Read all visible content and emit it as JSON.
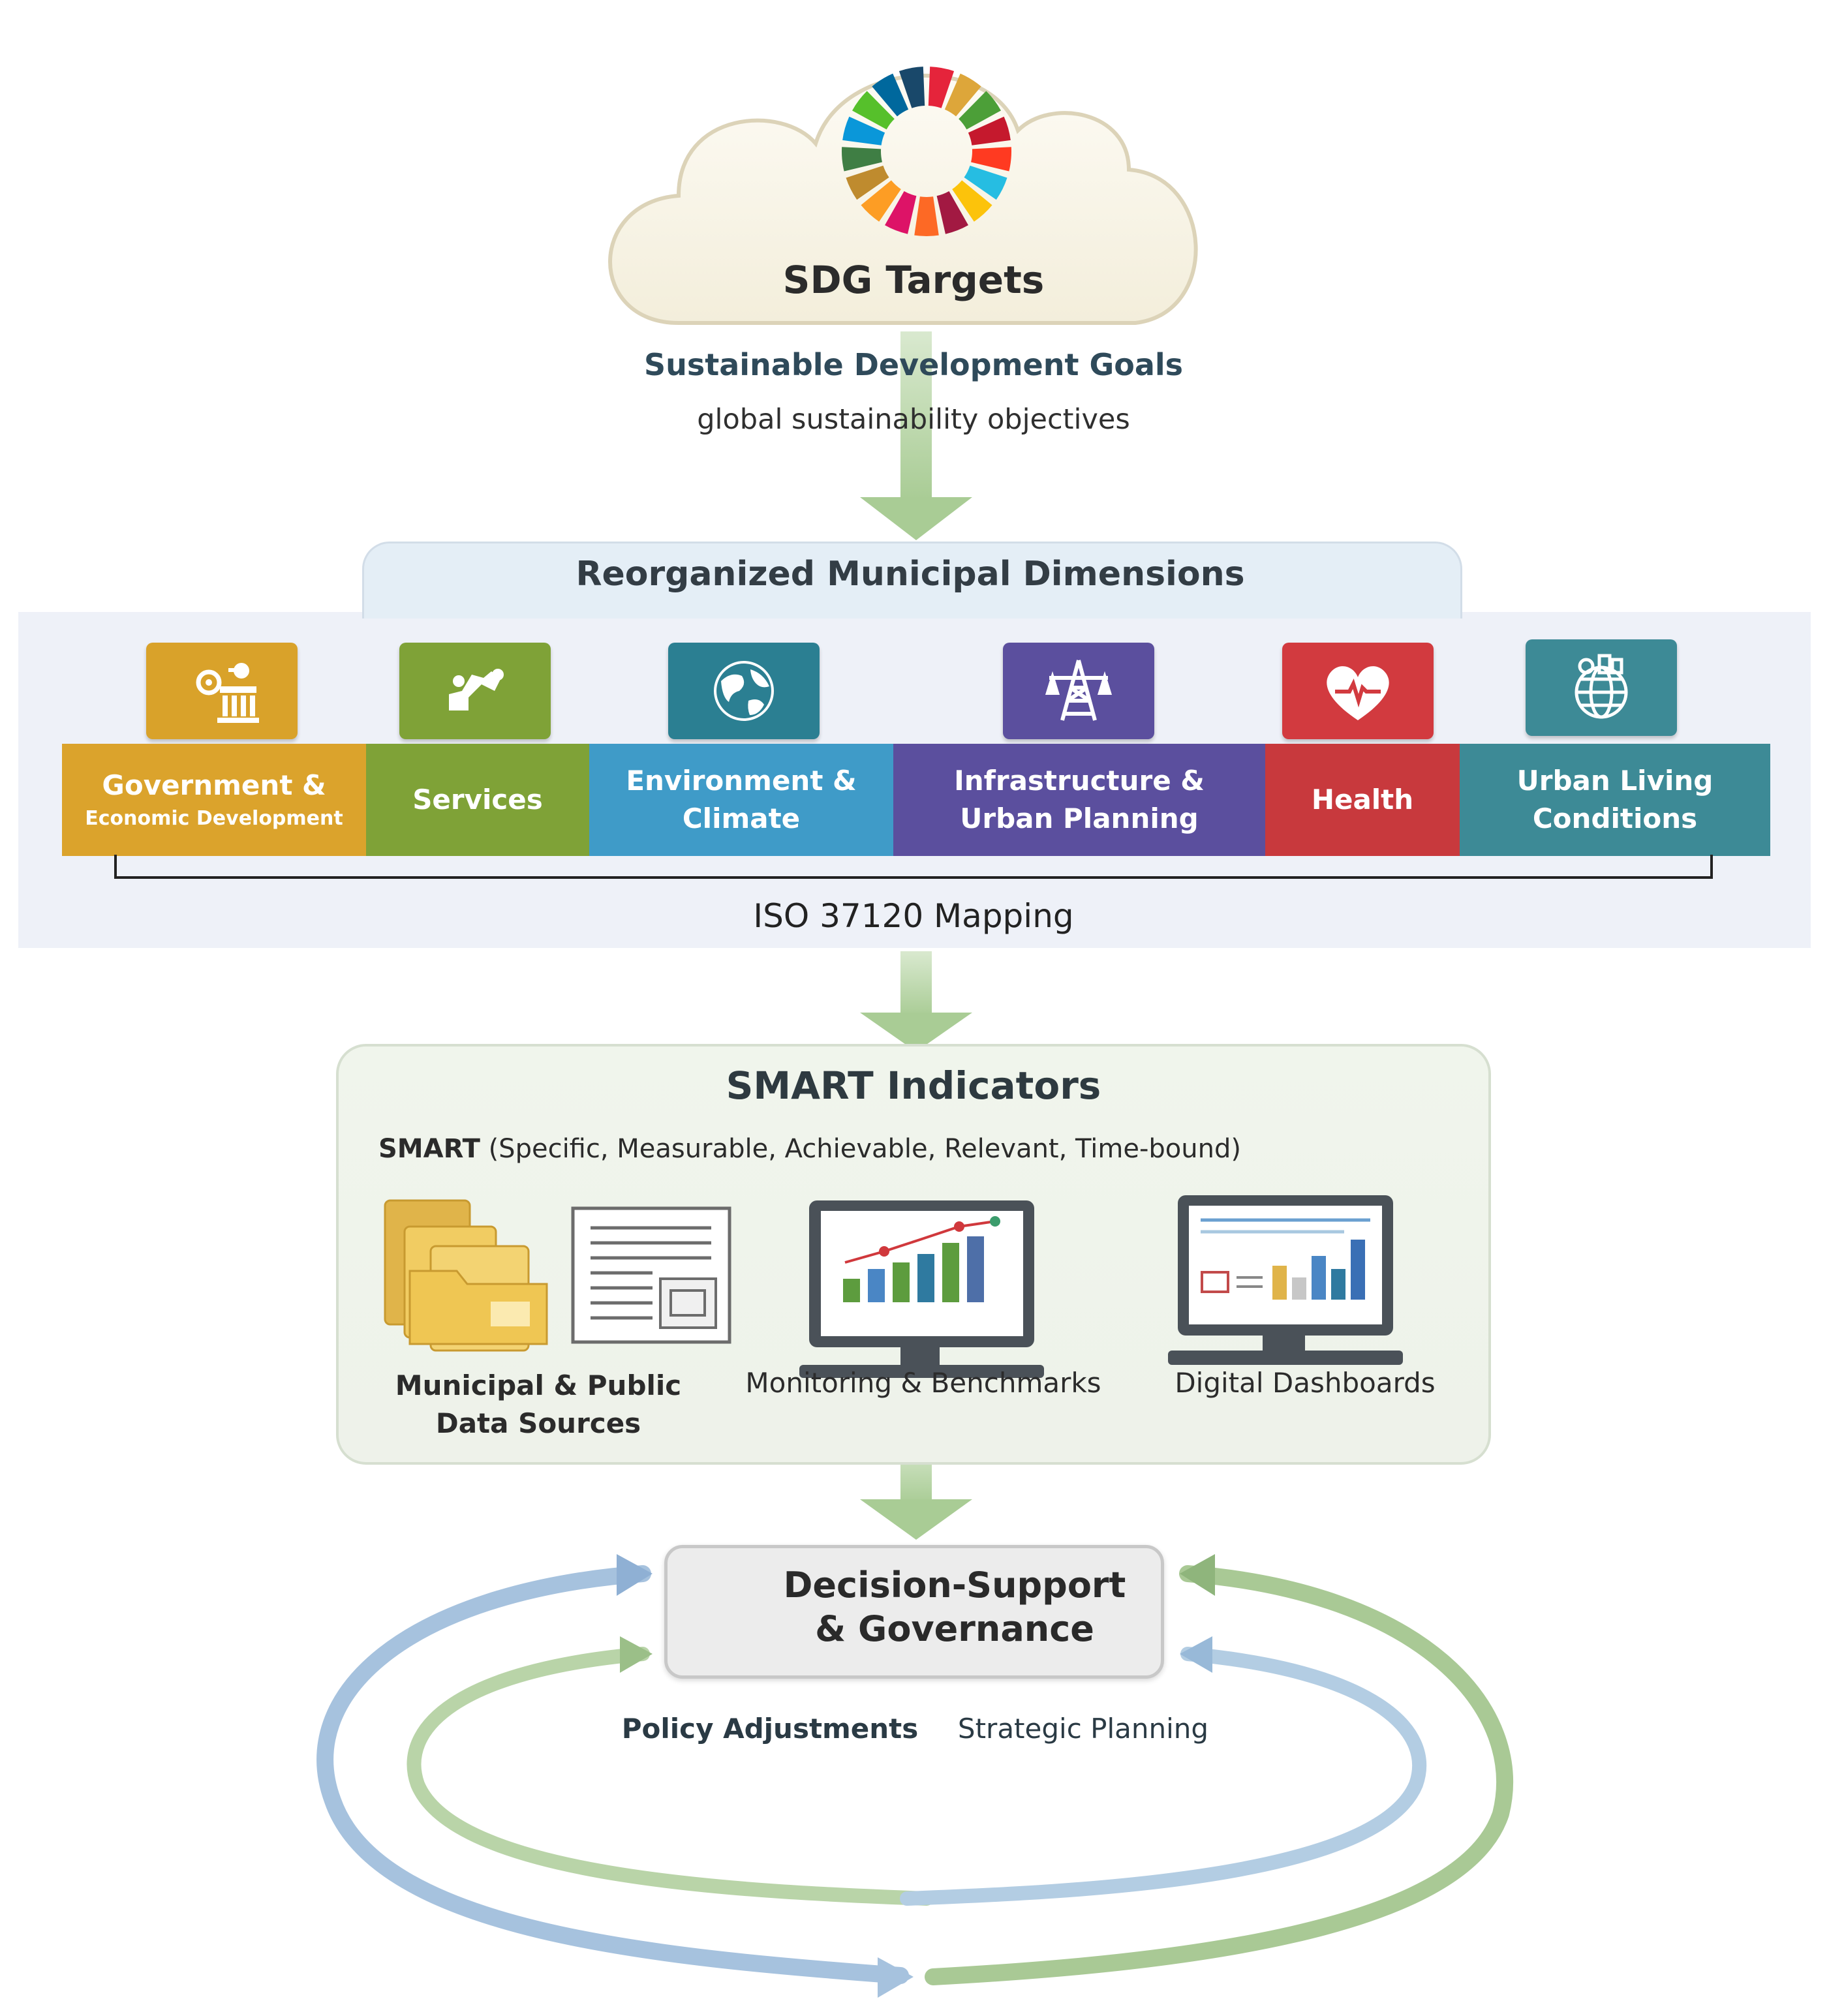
{
  "sdg": {
    "title": "SDG Targets",
    "subtitle": "Sustainable Development Goals",
    "description": "global sustainability objectives",
    "wheel_colors": [
      "#e5243b",
      "#dda63a",
      "#4c9f38",
      "#c5192d",
      "#ff3a21",
      "#26bde2",
      "#fcc30b",
      "#a21942",
      "#fd6925",
      "#dd1367",
      "#fd9d24",
      "#bf8b2e",
      "#3f7e44",
      "#0a97d9",
      "#56c02b",
      "#00689d",
      "#19486a"
    ]
  },
  "dimensions": {
    "title": "Reorganized Municipal Dimensions",
    "items": [
      {
        "label_line1": "Government &",
        "label_line2": "Economic Development",
        "icon": "government-icon",
        "color": "#dba32c",
        "icon_color": "#d9a22a"
      },
      {
        "label_line1": "Services",
        "label_line2": "",
        "icon": "services-icon",
        "color": "#7fa237",
        "icon_color": "#7fa237"
      },
      {
        "label_line1": "Environment &",
        "label_line2": "Climate",
        "icon": "globe-icon",
        "color": "#3f9bc8",
        "icon_color": "#2b7f92"
      },
      {
        "label_line1": "Infrastructure &",
        "label_line2": "Urban Planning",
        "icon": "power-tower-icon",
        "color": "#5b4f9e",
        "icon_color": "#5b4f9e"
      },
      {
        "label_line1": "Health",
        "label_line2": "",
        "icon": "heart-icon",
        "color": "#c8393d",
        "icon_color": "#d23a3f"
      },
      {
        "label_line1": "Urban Living",
        "label_line2": "Conditions",
        "icon": "urban-globe-icon",
        "color": "#3d8a96",
        "icon_color": "#3d8a96"
      }
    ],
    "mapping_label": "ISO 37120 Mapping"
  },
  "smart": {
    "title": "SMART Indicators",
    "sub_bold": "SMART",
    "sub_rest": " (Specific, Measurable, Achievable, Relevant, Time-bound)",
    "data_sources_line1": "Municipal & Public",
    "data_sources_line2": "Data Sources",
    "monitoring": "Monitoring & Benchmarks",
    "dashboards": "Digital Dashboards"
  },
  "decision": {
    "line1": "Decision-Support",
    "line2": "& Governance",
    "policy": "Policy Adjustments",
    "strategic": "Strategic Planning"
  },
  "colors": {
    "arrow_green": "#b9d6a6",
    "loop_blue": "#9fbbd8",
    "loop_green": "#a8c796"
  }
}
